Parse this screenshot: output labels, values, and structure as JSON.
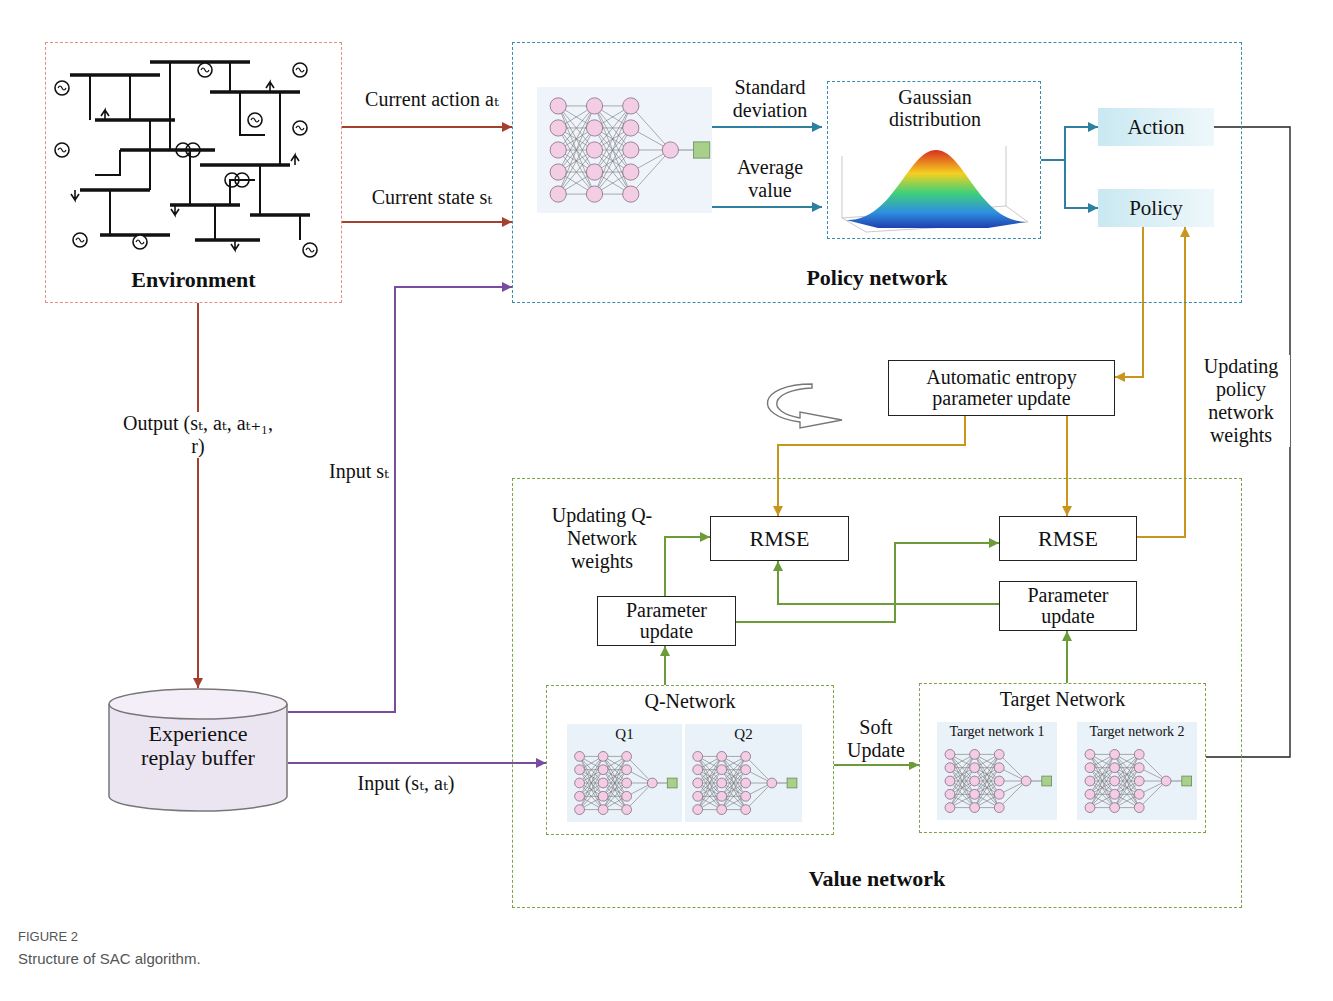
{
  "diagram": {
    "caption": "Structure of SAC algorithm.",
    "nodes": [
      {
        "text": [
          "Environment"
        ]
      },
      {
        "text": [
          "Policy network"
        ]
      },
      {
        "text": [
          "Gaussian distribution"
        ],
        "in": 1
      },
      {
        "text": [
          "Action"
        ],
        "in": 1
      },
      {
        "text": [
          "Policy"
        ],
        "in": 1
      },
      {
        "text": [
          "Experience replay buffer"
        ]
      },
      {
        "text": [
          "Automatic entropy parameter update"
        ]
      },
      {
        "text": [
          "Value network"
        ]
      },
      {
        "text": [
          "RMSE"
        ],
        "in": 7
      },
      {
        "text": [
          "RMSE"
        ],
        "in": 7
      },
      {
        "text": [
          "Parameter update"
        ],
        "in": 7
      },
      {
        "text": [
          "Parameter update"
        ],
        "in": 7
      },
      {
        "text": [
          "Q-Network"
        ],
        "in": 7
      },
      {
        "text": [
          "Q1"
        ],
        "in": 12
      },
      {
        "text": [
          "Q2"
        ],
        "in": 12
      },
      {
        "text": [
          "Target Network"
        ],
        "in": 7
      },
      {
        "text": [
          "Target network 1"
        ],
        "in": 15
      },
      {
        "text": [
          "Target network 2"
        ],
        "in": 15
      }
    ],
    "edges": [
      {
        "from": 0,
        "to": 1,
        "arrow": "to",
        "label": "Current action aₜ"
      },
      {
        "from": 0,
        "to": 1,
        "arrow": "to",
        "label": "Current state sₜ"
      },
      {
        "from": 2,
        "to": 3,
        "arrow": "to"
      },
      {
        "from": 2,
        "to": 4,
        "arrow": "to"
      },
      {
        "from": 3,
        "to": 15,
        "arrow": "none"
      },
      {
        "from": 4,
        "to": 6,
        "arrow": "to"
      },
      {
        "from": 6,
        "to": 8,
        "arrow": "to"
      },
      {
        "from": 6,
        "to": 9,
        "arrow": "to"
      },
      {
        "from": 9,
        "to": 4,
        "arrow": "to",
        "label": "Updating policy network weights"
      },
      {
        "from": 0,
        "to": 5,
        "arrow": "to",
        "label": "Output (sₜ, aₜ, aₜ₊₁, r)"
      },
      {
        "from": 5,
        "to": 1,
        "arrow": "to",
        "label": "Input sₜ"
      },
      {
        "from": 5,
        "to": 12,
        "arrow": "to",
        "label": "Input (sₜ, aₜ)"
      },
      {
        "from": 12,
        "to": 10,
        "arrow": "to"
      },
      {
        "from": 10,
        "to": 8,
        "arrow": "to",
        "label": "Updating Q-Network weights"
      },
      {
        "from": 10,
        "to": 9,
        "arrow": "to"
      },
      {
        "from": 11,
        "to": 8,
        "arrow": "to"
      },
      {
        "from": 15,
        "to": 11,
        "arrow": "to"
      },
      {
        "from": 12,
        "to": 15,
        "arrow": "to",
        "label": "Soft Update"
      }
    ],
    "labels": [
      "Standard deviation",
      "Average value",
      "FIGURE 2"
    ]
  }
}
